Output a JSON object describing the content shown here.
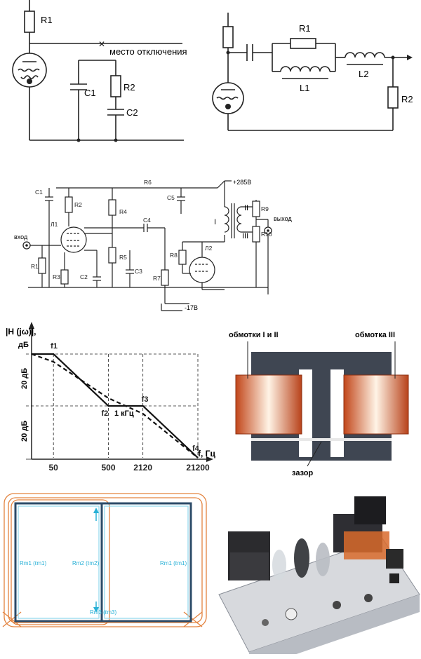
{
  "fig1": {
    "r1": "R1",
    "cut_label": "место отключения",
    "c1": "C1",
    "r2": "R2",
    "c2": "C2"
  },
  "fig2": {
    "r1": "R1",
    "l1": "L1",
    "l2": "L2",
    "r2": "R2"
  },
  "fig3": {
    "supply": "+285В",
    "bias": "-17В",
    "input": "вход",
    "output": "выход",
    "winding_1": "I",
    "winding_2": "II",
    "winding_3": "III",
    "labels": [
      "C1",
      "R2",
      "R1",
      "R3",
      "C2",
      "Л1",
      "R4",
      "R5",
      "C3",
      "R6",
      "C4",
      "C5",
      "R7",
      "R8",
      "Л2",
      "R9",
      "R10"
    ]
  },
  "chart_data": {
    "type": "line",
    "title": "",
    "ylabel": "|H (jω)|,",
    "ylabel_unit": "дБ",
    "xlabel": "f, Гц",
    "x_ticks": [
      "50",
      "500",
      "2120",
      "21200"
    ],
    "y_step_labels": [
      "20 дБ",
      "20 дБ"
    ],
    "markers": [
      "f1",
      "f2",
      "f3",
      "f4"
    ],
    "annotation": "1 кГц",
    "series": [
      {
        "style": "solid",
        "x": [
          20,
          50,
          500,
          2120,
          21200
        ],
        "y": [
          40,
          40,
          20,
          20,
          0
        ]
      },
      {
        "style": "dashed",
        "x": [
          20,
          50,
          500,
          2120,
          21200
        ],
        "y": [
          40,
          37,
          23,
          17,
          0
        ]
      }
    ]
  },
  "core": {
    "label_left": "обмотки I и II",
    "label_right": "обмотка III",
    "gap_label": "зазор"
  },
  "magnetic": {
    "left_label": "Rm1 (ℓm1)",
    "center_label": "Rm2 (ℓm2)",
    "right_label": "Rm1 (ℓm1)",
    "gap_label": "Rm3 (ℓm3)"
  },
  "photo": {
    "caption": ""
  },
  "colors": {
    "ink": "#222222",
    "coil_orange": "#d8662a",
    "core_gray": "#3f4652",
    "flux_orange": "#e3833f",
    "flux_cyan": "#27b0d6"
  }
}
